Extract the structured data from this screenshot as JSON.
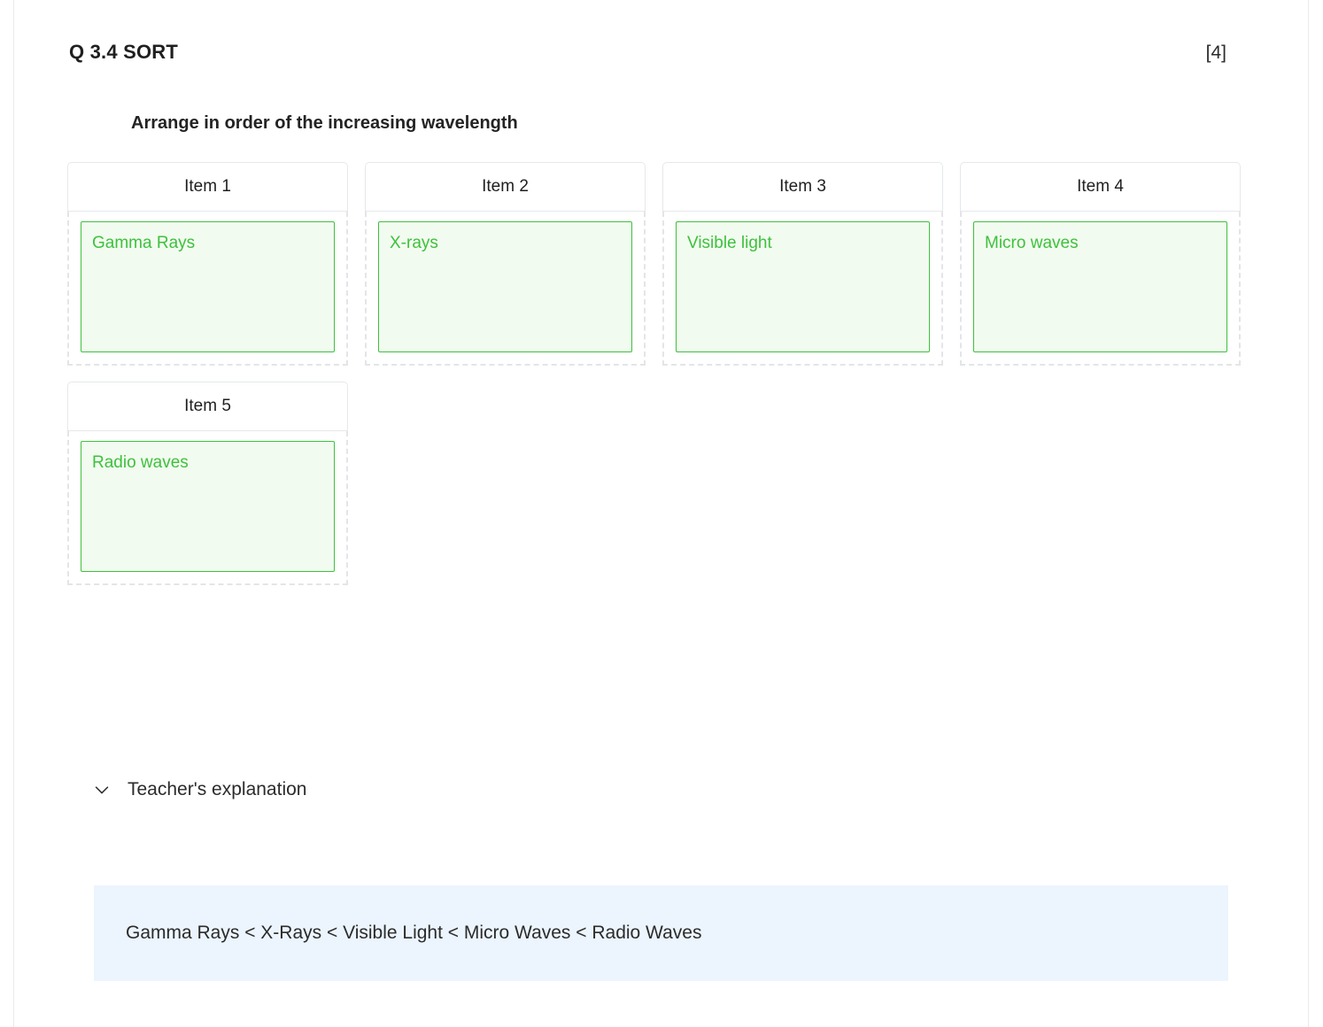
{
  "question": {
    "title": "Q 3.4 SORT",
    "marks": "[4]",
    "prompt": "Arrange in order of the increasing wavelength"
  },
  "sort_slots": [
    {
      "header": "Item 1",
      "answer": "Gamma Rays"
    },
    {
      "header": "Item 2",
      "answer": "X-rays"
    },
    {
      "header": "Item 3",
      "answer": "Visible light"
    },
    {
      "header": "Item 4",
      "answer": "Micro waves"
    },
    {
      "header": "Item 5",
      "answer": "Radio waves"
    }
  ],
  "explanation": {
    "toggle_label": "Teacher's explanation",
    "toggle_icon": "chevron-down-icon",
    "answer_text": "Gamma Rays < X-Rays < Visible Light < Micro Waves < Radio Waves"
  },
  "colors": {
    "answer_green": "#3ec13e",
    "answer_green_fill": "#f2fbef",
    "banner_blue": "#ecf5fd",
    "slot_border": "#e6e8eb",
    "dropzone_dash": "#e3e5e8",
    "text_dark": "#2b2b2b"
  }
}
